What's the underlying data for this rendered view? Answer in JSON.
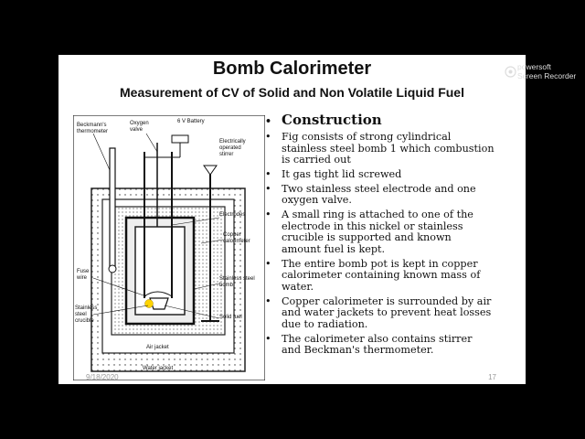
{
  "slide": {
    "title": "Bomb Calorimeter",
    "subtitle": "Measurement of CV of Solid and Non Volatile Liquid Fuel",
    "date": "9/18/2020",
    "page_number": "17"
  },
  "diagram_labels": {
    "beckmann": [
      "Beckmann's",
      "thermometer"
    ],
    "oxygen": [
      "Oxygen",
      "valve"
    ],
    "battery": "6 V Battery",
    "stirrer": [
      "Electrically",
      "operated",
      "stirrer"
    ],
    "electrodes": "Electrodes",
    "copper": [
      "Copper",
      "calorimeter"
    ],
    "fuse": [
      "Fuse",
      "wire"
    ],
    "bomb": [
      "Stainless steel",
      "bomb"
    ],
    "crucible": [
      "Stainless",
      "steel",
      "crucible"
    ],
    "solid_fuel": "Solid fuel",
    "air_jacket": "Air jacket",
    "water_jacket": "Water jacket"
  },
  "content": {
    "heading": "Construction",
    "bullets": [
      [
        "Fig consists of strong cylindrical",
        "stainless steel bomb 1 which combustion",
        "is carried out"
      ],
      [
        "It gas tight lid screwed"
      ],
      [
        "Two stainless steel electrode and one",
        "oxygen valve."
      ],
      [
        "A small ring is attached to one of the",
        "electrode in this nickel or stainless",
        "crucible is supported and known",
        "amount fuel is kept."
      ],
      [
        "The entire bomb pot is kept in copper",
        "calorimeter containing known mass of",
        "water."
      ],
      [
        "Copper calorimeter is surrounded by air",
        "and water jackets to prevent heat losses",
        "due to radiation."
      ],
      [
        "The calorimeter also contains stirrer",
        "and Beckman's thermometer."
      ]
    ]
  },
  "watermark": {
    "line1": "powersoft",
    "line2": "Screen Recorder"
  }
}
